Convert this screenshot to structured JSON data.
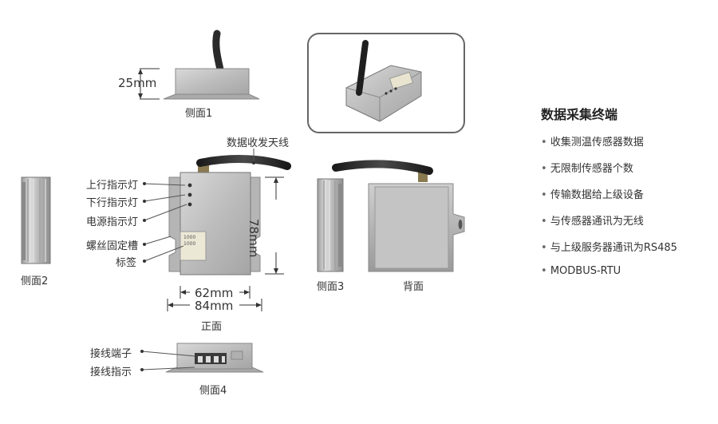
{
  "title": "数据采集终端",
  "features": [
    "收集测温传感器数据",
    "无限制传感器个数",
    "传输数据给上级设备",
    "与传感器通讯为无线",
    "与上级服务器通讯为RS485",
    "MODBUS-RTU"
  ],
  "views": {
    "side1": "侧面1",
    "side2": "侧面2",
    "side3": "侧面3",
    "side4": "侧面4",
    "front": "正面",
    "back": "背面"
  },
  "dimensions": {
    "height": "25mm",
    "depth": "78mm",
    "width_inner": "62mm",
    "width_outer": "84mm"
  },
  "callouts": {
    "antenna": "数据收发天线",
    "up_led": "上行指示灯",
    "down_led": "下行指示灯",
    "power_led": "电源指示灯",
    "mount_slot": "螺丝固定槽",
    "tag": "标签",
    "terminal": "接线端子",
    "terminal_hint": "接线指示"
  },
  "device_tag_lines": [
    "1000",
    "1000"
  ]
}
